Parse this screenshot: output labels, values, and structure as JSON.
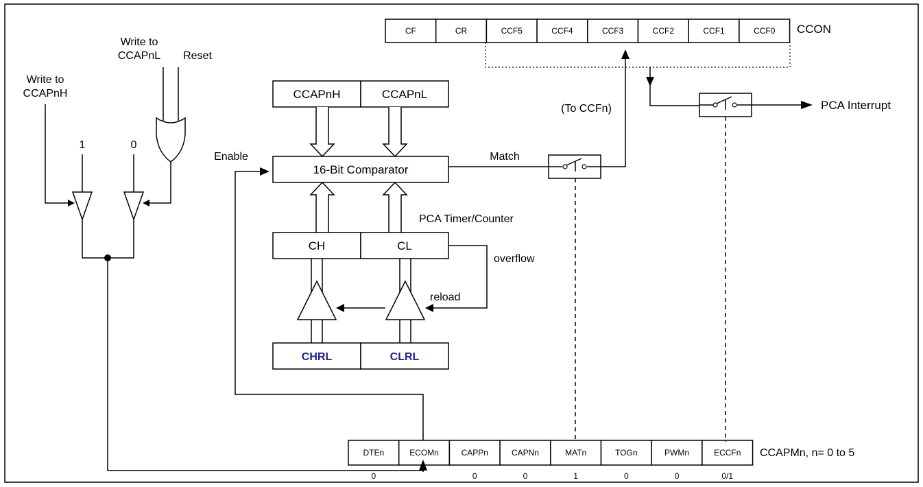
{
  "ccon": {
    "bits": [
      "CF",
      "CR",
      "CCF5",
      "CCF4",
      "CCF3",
      "CCF2",
      "CCF1",
      "CCF0"
    ],
    "label": "CCON"
  },
  "ccapm": {
    "bits": [
      "DTEn",
      "ECOMn",
      "CAPPn",
      "CAPNn",
      "MATn",
      "TOGn",
      "PWMn",
      "ECCFn"
    ],
    "values": [
      "0",
      "",
      "0",
      "0",
      "1",
      "0",
      "0",
      "0/1"
    ],
    "label": "CCAPMn, n= 0 to 5"
  },
  "registers": {
    "ccapnh": "CCAPnH",
    "ccapnl": "CCAPnL",
    "comparator": "16-Bit Comparator",
    "ch": "CH",
    "cl": "CL",
    "chrl": "CHRL",
    "clrl": "CLRL"
  },
  "labels": {
    "write_ccapnh_1": "Write to",
    "write_ccapnh_2": "CCAPnH",
    "write_ccapnl_1": "Write to",
    "write_ccapnl_2": "CCAPnL",
    "reset": "Reset",
    "one": "1",
    "zero": "0",
    "enable": "Enable",
    "match": "Match",
    "to_ccfn": "(To CCFn)",
    "pca_timer": "PCA Timer/Counter",
    "overflow": "overflow",
    "reload": "reload",
    "pca_interrupt": "PCA Interrupt"
  },
  "colors": {
    "reload_register_text": "#1f1f8a",
    "line": "#000000"
  }
}
